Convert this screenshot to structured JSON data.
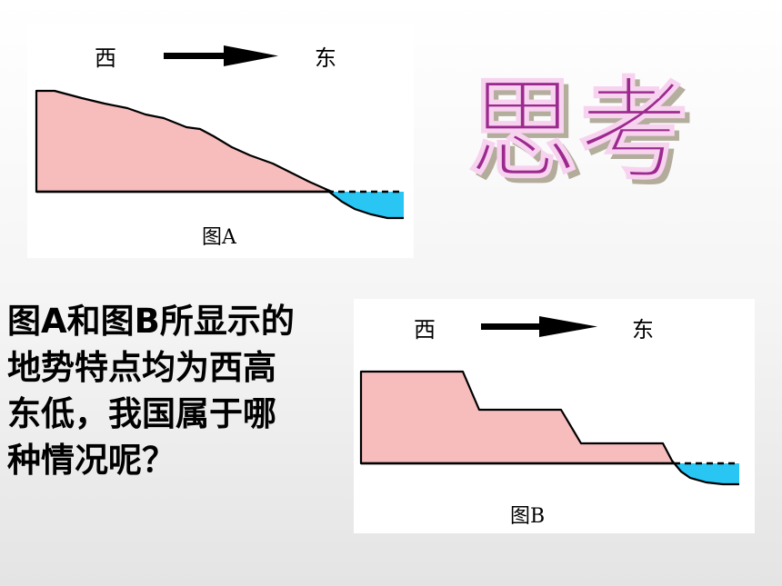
{
  "panel_a": {
    "west_label": "西",
    "east_label": "东",
    "caption": "图A"
  },
  "panel_b": {
    "west_label": "西",
    "east_label": "东",
    "caption": "图B"
  },
  "think_title": "思考",
  "question": {
    "lines": [
      "图A和图B所显示的",
      "地势特点均为西高",
      "东低，我国属于哪",
      "种情况呢？"
    ]
  },
  "colors": {
    "land_fill": "#f7bcbc",
    "sea_fill": "#29c5f3",
    "title_purple": "#9c2a8e"
  }
}
